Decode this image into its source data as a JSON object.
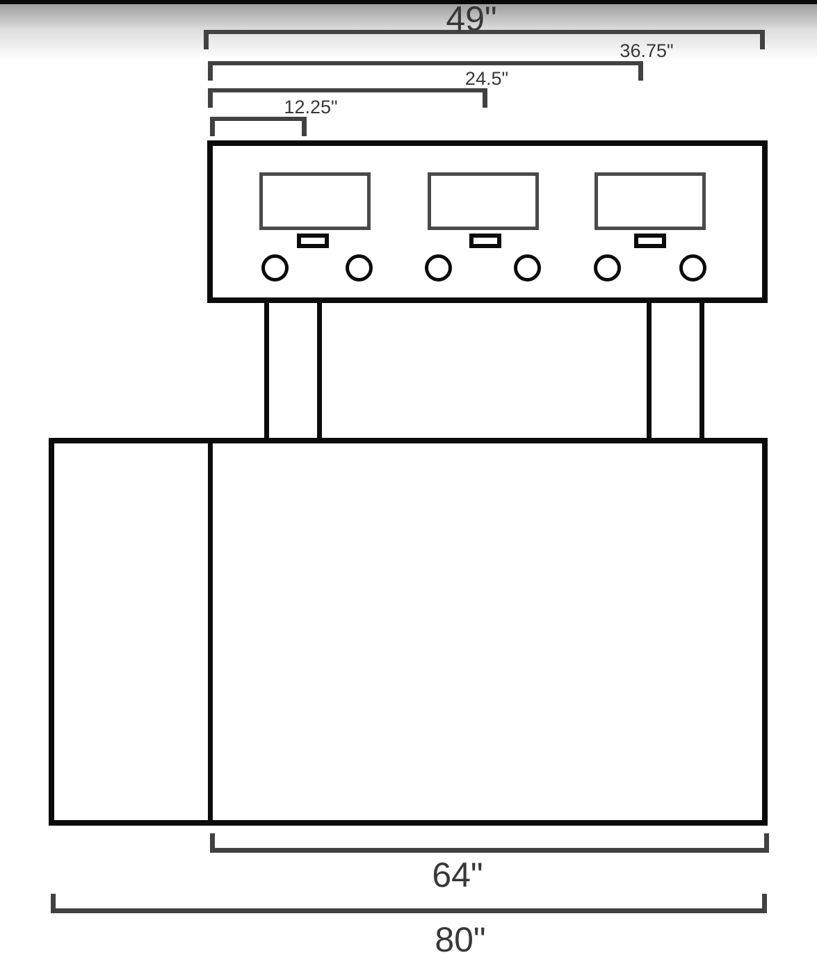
{
  "diagram": {
    "kind": "dimensioned equipment drawing",
    "colors": {
      "outline": "#0b0b0b",
      "dimension_line": "#414141",
      "screen_border": "#4a4a4a",
      "label_text": "#383838",
      "background": "#ffffff"
    },
    "panel": {
      "screen_count": 3,
      "slot_count": 3,
      "knob_count": 6,
      "leg_count": 2
    }
  },
  "dims": {
    "d49": "49\"",
    "d36_75": "36.75\"",
    "d24_5": "24.5\"",
    "d12_25": "12.25\"",
    "d64": "64\"",
    "d80": "80\""
  }
}
